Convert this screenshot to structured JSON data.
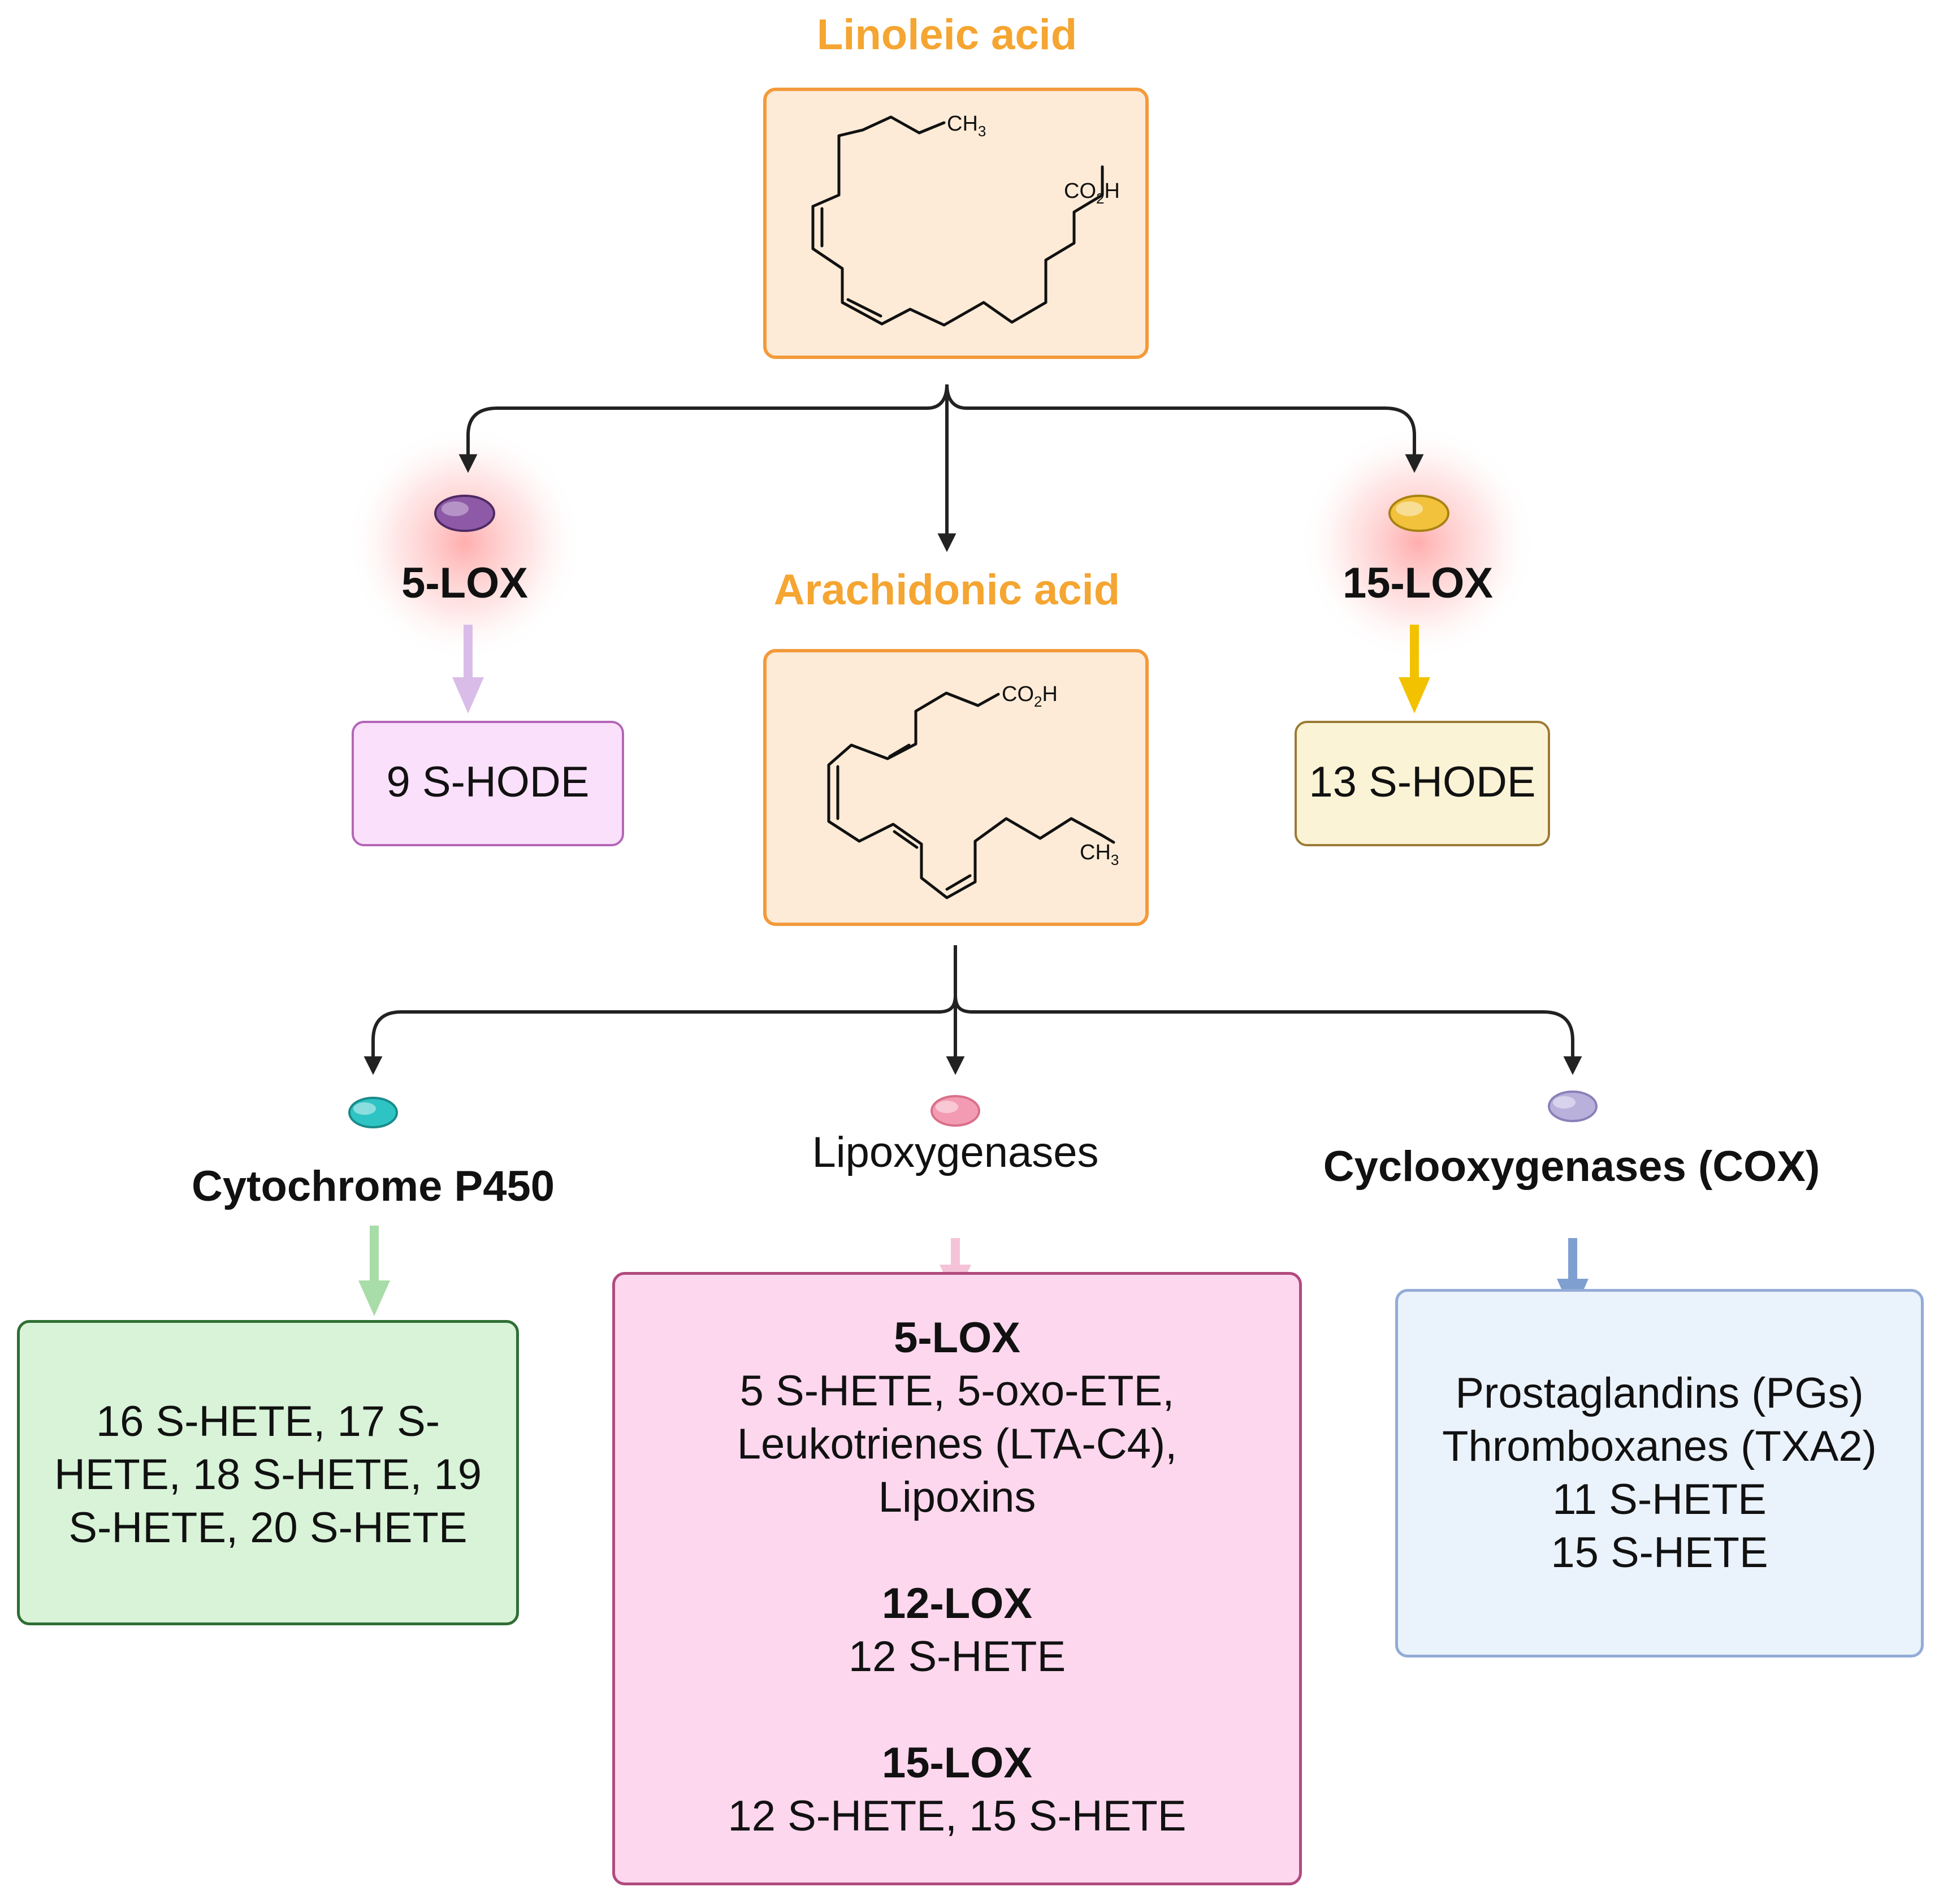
{
  "linoleic": {
    "title": "Linoleic acid",
    "label_ch3": "CH",
    "sub3": "3",
    "label_co2h_a": "CO",
    "sub2": "2",
    "label_co2h_b": "H"
  },
  "arachidonic": {
    "title": "Arachidonic acid",
    "label_ch3": "CH",
    "sub3": "3",
    "label_co2h_a": "CO",
    "sub2": "2",
    "label_co2h_b": "H"
  },
  "top_branches": {
    "lox5": {
      "label": "5-LOX",
      "enzyme_color": "#8e5aa8",
      "arrow_color": "#d9bde8",
      "product": "9 S-HODE"
    },
    "lox15": {
      "label": "15-LOX",
      "enzyme_color": "#f2c23c",
      "arrow_color": "#f2c200",
      "product": "13 S-HODE"
    }
  },
  "bottom_branches": {
    "p450": {
      "label": "Cytochrome P450",
      "enzyme_color": "#2ec4c4",
      "arrow_color": "#a8dca8",
      "lines": [
        "16 S-HETE, 17 S-",
        "HETE, 18 S-HETE, 19",
        "S-HETE, 20 S-HETE"
      ]
    },
    "lox": {
      "label": "Lipoxygenases",
      "enzyme_color": "#f39bb2",
      "arrow_color": "#f5c3d8",
      "groups": [
        {
          "heading": "5-LOX",
          "lines": [
            "5 S-HETE, 5-oxo-ETE,",
            "Leukotrienes (LTA-C4),",
            "Lipoxins"
          ]
        },
        {
          "heading": "12-LOX",
          "lines": [
            "12 S-HETE"
          ]
        },
        {
          "heading": "15-LOX",
          "lines": [
            "12 S-HETE, 15 S-HETE"
          ]
        }
      ]
    },
    "cox": {
      "label": "Cyclooxygenases (COX)",
      "enzyme_color": "#b9b0dc",
      "arrow_color": "#7f9fd1",
      "lines": [
        "Prostaglandins (PGs)",
        "Thromboxanes (TXA2)",
        "11 S-HETE",
        "15 S-HETE"
      ]
    }
  }
}
